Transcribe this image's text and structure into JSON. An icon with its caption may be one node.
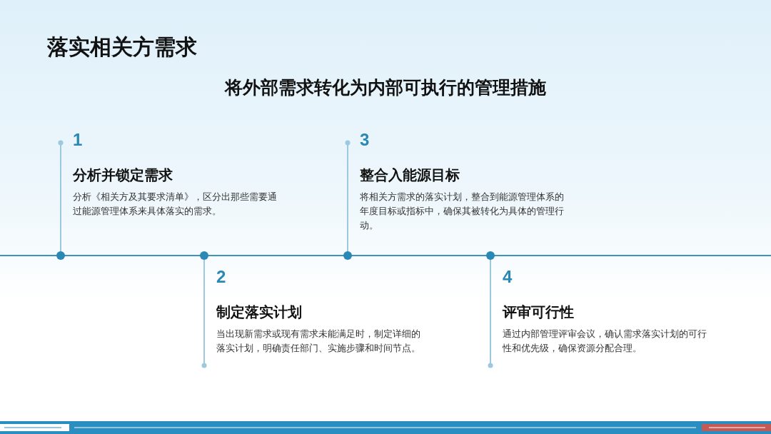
{
  "diagram": {
    "title": "落实相关方需求",
    "nodes": [
      {
        "text": [
          "1",
          "分析并锁定需求",
          "分析《相关方及其要求清单》，区分出那些需要通过能源管理体系来具体落实的需求。"
        ]
      },
      {
        "text": [
          "2",
          "制定落实计划",
          "当出现新需求或现有需求未能满足时，制定详细的落实计划，明确责任部门、实施步骤和时间节点。"
        ]
      },
      {
        "text": [
          "3",
          "整合入能源目标",
          "将相关方需求的落实计划，整合到能源管理体系的年度目标或指标中，确保其被转化为具体的管理行动。"
        ]
      },
      {
        "text": [
          "4",
          "评审可行性",
          "通过内部管理评审会议，确认需求落实计划的可行性和优先级，确保资源分配合理。"
        ]
      }
    ],
    "labels": [
      "将外部需求转化为内部可执行的管理措施"
    ]
  }
}
